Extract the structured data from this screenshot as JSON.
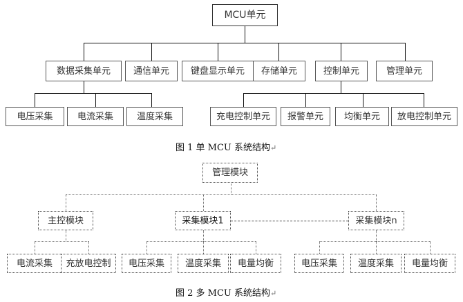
{
  "fig1": {
    "root": "MCU单元",
    "units": [
      "数据采集单元",
      "通信单元",
      "键盘显示单元",
      "存储单元",
      "控制单元",
      "管理单元"
    ],
    "acq_children": [
      "电压采集",
      "电流采集",
      "温度采集"
    ],
    "ctrl_children": [
      "充电控制单元",
      "报警单元",
      "均衡单元",
      "放电控制单元"
    ],
    "caption": "图 1  单 MCU 系统结构"
  },
  "fig2": {
    "root": "管理模块",
    "main_ctrl": "主控模块",
    "acq1": "采集模块1",
    "acqn": "采集模块n",
    "main_children": [
      "电流采集",
      "充放电控制"
    ],
    "acq1_children": [
      "电压采集",
      "温度采集",
      "电量均衡"
    ],
    "acqn_children": [
      "电压采集",
      "温度采集",
      "电量均衡"
    ],
    "caption": "图 2  多 MCU 系统结构"
  },
  "caption_mark": "↵"
}
